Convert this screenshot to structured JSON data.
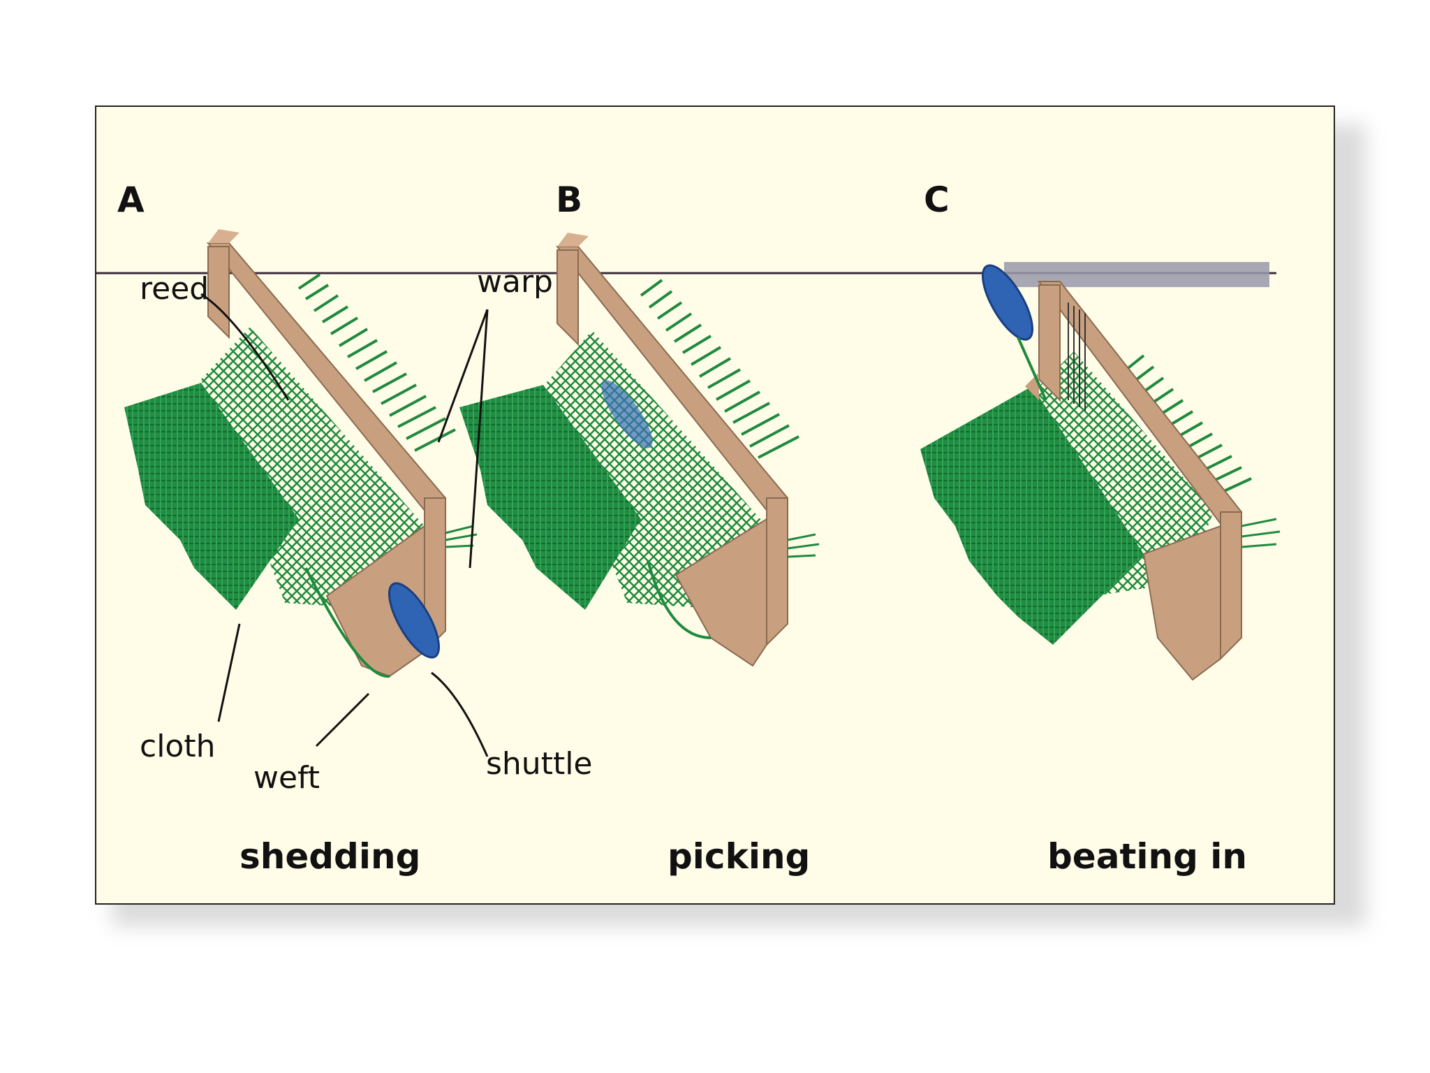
{
  "panels": [
    {
      "letter": "A",
      "caption": "shedding"
    },
    {
      "letter": "B",
      "caption": "picking"
    },
    {
      "letter": "C",
      "caption": "beating in"
    }
  ],
  "labels": {
    "reed": "reed",
    "warp": "warp",
    "cloth": "cloth",
    "weft": "weft",
    "shuttle": "shuttle"
  },
  "colors": {
    "background": "#fffde8",
    "thread": "#1f8a3e",
    "wood": "#c8a080",
    "shuttle": "#2f63b4",
    "beam": "#9999aa"
  }
}
